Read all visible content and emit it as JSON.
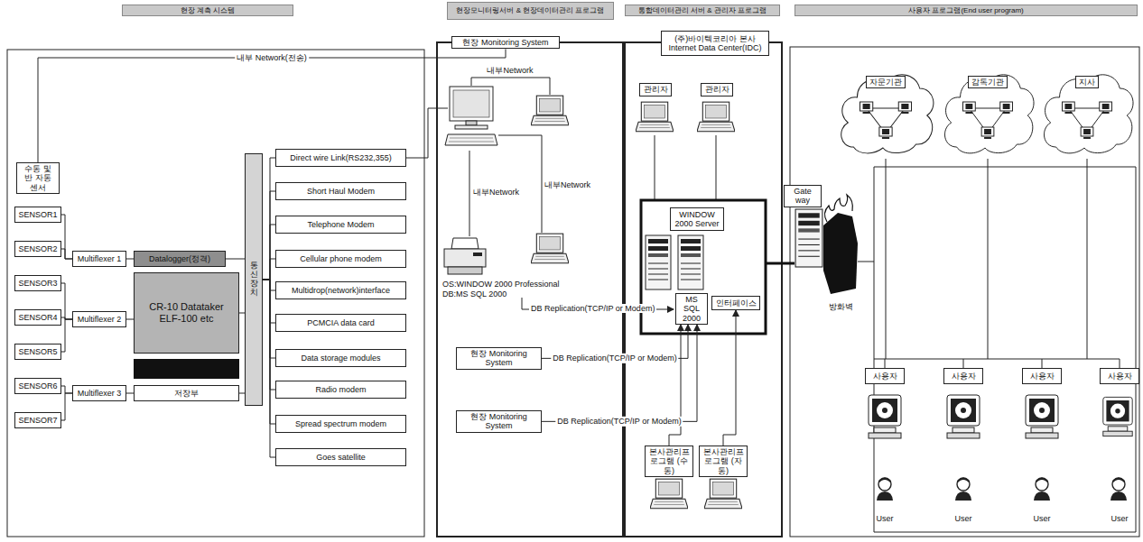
{
  "diagram": {
    "nodes": [
      {
        "text": [
          "현장 계측 시스템"
        ]
      },
      {
        "text": [
          "현장모니터링서버 & 현장데이터관리 프로그램"
        ]
      },
      {
        "text": [
          "통합데이터관리 서버 & 관리자 프로그램"
        ]
      },
      {
        "text": [
          "사용자 프로그램(End user program)"
        ]
      },
      {
        "text": [
          "수동 및 반 자동 센서"
        ]
      },
      {
        "text": [
          "SENSOR1"
        ]
      },
      {
        "text": [
          "SENSOR2"
        ]
      },
      {
        "text": [
          "SENSOR3"
        ]
      },
      {
        "text": [
          "SENSOR4"
        ]
      },
      {
        "text": [
          "SENSOR5"
        ]
      },
      {
        "text": [
          "SENSOR6"
        ]
      },
      {
        "text": [
          "SENSOR7"
        ]
      },
      {
        "text": [
          "Multiflexer 1"
        ]
      },
      {
        "text": [
          "Multiflexer 2"
        ]
      },
      {
        "text": [
          "Multiflexer 3"
        ]
      },
      {
        "text": [
          "Datalogger(정격)"
        ]
      },
      {
        "text": [
          "CR-10 Datataker ELF-100 etc"
        ]
      },
      {
        "text": [
          "저장부"
        ]
      },
      {
        "text": [
          "통신장치"
        ]
      },
      {
        "text": [
          "Direct wire Link(RS232,355)"
        ]
      },
      {
        "text": [
          "Short Haul Modem"
        ]
      },
      {
        "text": [
          "Telephone Modem"
        ]
      },
      {
        "text": [
          "Cellular phone modem"
        ]
      },
      {
        "text": [
          "Multidrop(network)interface"
        ]
      },
      {
        "text": [
          "PCMCIA data card"
        ]
      },
      {
        "text": [
          "Data storage modules"
        ]
      },
      {
        "text": [
          "Radio modem"
        ]
      },
      {
        "text": [
          "Spread spectrum modem"
        ]
      },
      {
        "text": [
          "Goes satellite"
        ]
      },
      {
        "text": [
          "현장 Monitoring System"
        ]
      },
      {
        "text": [
          "현장 Monitoring System"
        ]
      },
      {
        "text": [
          "현장 Monitoring System"
        ]
      },
      {
        "text": [
          "(주)바이텍코리아 본사 Internet Data Center(IDC)"
        ]
      },
      {
        "text": [
          "관리자"
        ]
      },
      {
        "text": [
          "관리자"
        ]
      },
      {
        "text": [
          "WINDOW 2000 Server"
        ]
      },
      {
        "text": [
          "MS SQL 2000"
        ]
      },
      {
        "text": [
          "인터페이스"
        ]
      },
      {
        "text": [
          "본사관리프로그램 (수동)"
        ]
      },
      {
        "text": [
          "본사관리프로그램 (자동)"
        ]
      },
      {
        "text": [
          "Gate way"
        ]
      },
      {
        "text": [
          "자문기관"
        ]
      },
      {
        "text": [
          "감독기관"
        ]
      },
      {
        "text": [
          "지사"
        ]
      },
      {
        "text": [
          "사용자"
        ]
      },
      {
        "text": [
          "사용자"
        ]
      },
      {
        "text": [
          "사용자"
        ]
      },
      {
        "text": [
          "사용자"
        ]
      }
    ],
    "edges": [
      {
        "from": 5,
        "to": 12,
        "arrow": "none"
      },
      {
        "from": 6,
        "to": 12,
        "arrow": "none"
      },
      {
        "from": 7,
        "to": 13,
        "arrow": "none"
      },
      {
        "from": 8,
        "to": 13,
        "arrow": "none"
      },
      {
        "from": 9,
        "to": 13,
        "arrow": "none"
      },
      {
        "from": 10,
        "to": 14,
        "arrow": "none"
      },
      {
        "from": 11,
        "to": 14,
        "arrow": "none"
      },
      {
        "from": 12,
        "to": 15,
        "arrow": "none"
      },
      {
        "from": 13,
        "to": 16,
        "arrow": "none"
      },
      {
        "from": 14,
        "to": 17,
        "arrow": "none"
      },
      {
        "from": 15,
        "to": 18,
        "arrow": "none"
      },
      {
        "from": 16,
        "to": 18,
        "arrow": "none"
      },
      {
        "from": 17,
        "to": 18,
        "arrow": "none"
      },
      {
        "from": 18,
        "to": 19,
        "arrow": "none"
      },
      {
        "from": 18,
        "to": 20,
        "arrow": "none"
      },
      {
        "from": 18,
        "to": 21,
        "arrow": "none"
      },
      {
        "from": 18,
        "to": 22,
        "arrow": "none"
      },
      {
        "from": 18,
        "to": 23,
        "arrow": "none"
      },
      {
        "from": 18,
        "to": 24,
        "arrow": "none"
      },
      {
        "from": 18,
        "to": 25,
        "arrow": "none"
      },
      {
        "from": 18,
        "to": 26,
        "arrow": "none"
      },
      {
        "from": 18,
        "to": 27,
        "arrow": "none"
      },
      {
        "from": 18,
        "to": 28,
        "arrow": "none"
      },
      {
        "from": 4,
        "to": 29,
        "label": "내부 Network(전송)",
        "arrow": "none"
      },
      {
        "from": 30,
        "to": 36,
        "label": "DB Replication(TCP/IP or Modem)",
        "arrow": "to"
      },
      {
        "from": 31,
        "to": 36,
        "label": "DB Replication(TCP/IP or Modem)",
        "arrow": "to"
      },
      {
        "from": 38,
        "to": 36,
        "arrow": "to"
      },
      {
        "from": 39,
        "to": 37,
        "arrow": "to"
      }
    ],
    "labels": [
      "내부Network",
      "내부Network",
      "내부Network",
      "OS:WINDOW 2000 Professional",
      "DB:MS SQL 2000",
      "DB Replication(TCP/IP or Modem)",
      "방화벽",
      "User",
      "User",
      "User",
      "User"
    ]
  }
}
